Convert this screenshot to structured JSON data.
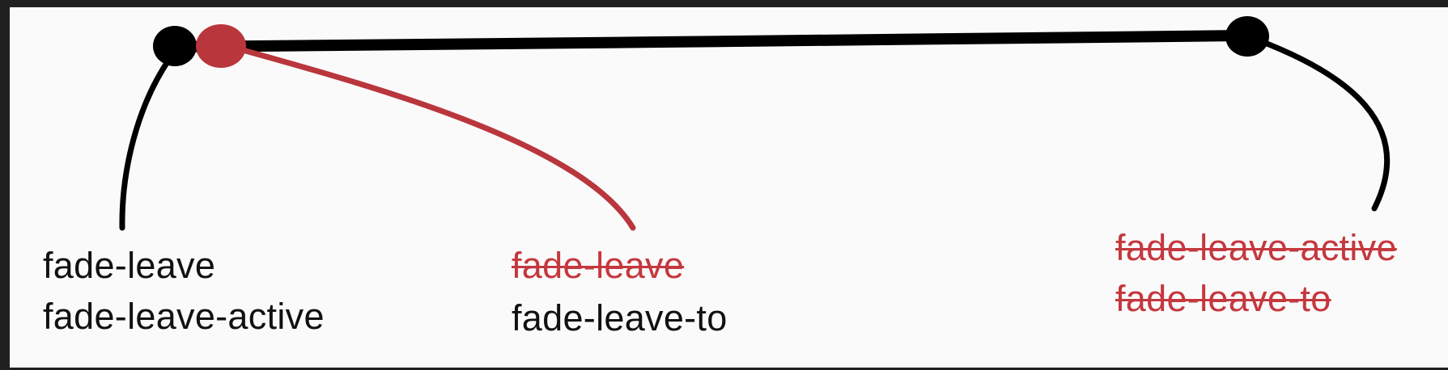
{
  "colors": {
    "active_line": "#000000",
    "removed": "#b9363d"
  },
  "labels": {
    "start_added": [
      "fade-leave",
      "fade-leave-active"
    ],
    "next_removed": "fade-leave",
    "next_added": "fade-leave-to",
    "end_removed": [
      "fade-leave-active",
      "fade-leave-to"
    ]
  }
}
